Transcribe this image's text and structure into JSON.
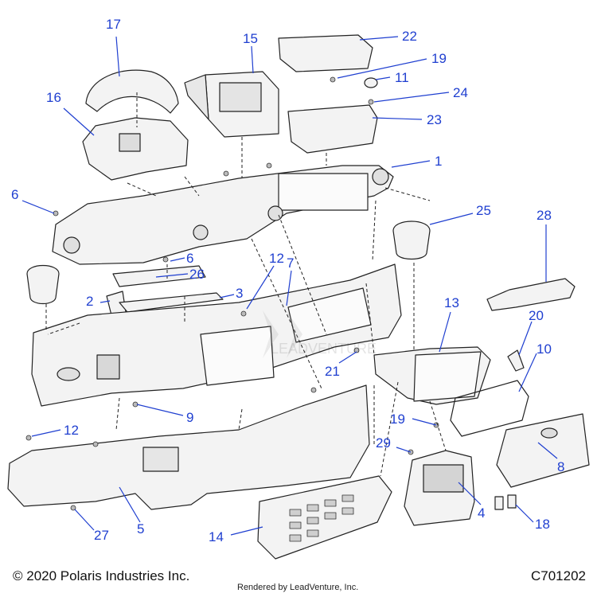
{
  "diagram": {
    "callouts": [
      "17",
      "15",
      "22",
      "19",
      "11",
      "24",
      "23",
      "16",
      "1",
      "6",
      "25",
      "28",
      "6",
      "26",
      "12",
      "7",
      "2",
      "3",
      "13",
      "20",
      "10",
      "21",
      "19",
      "9",
      "12",
      "29",
      "8",
      "4",
      "18",
      "14",
      "27",
      "5"
    ],
    "copyright": "© 2020 Polaris Industries Inc.",
    "rendered_by": "Rendered by LeadVenture, Inc.",
    "drawing_number": "C701202",
    "watermark": "LEADVENTURE"
  },
  "colors": {
    "callout": "#1f3fd0",
    "line": "#222222",
    "part_fill": "#f4f4f4",
    "shade": "#d2d2d2"
  }
}
